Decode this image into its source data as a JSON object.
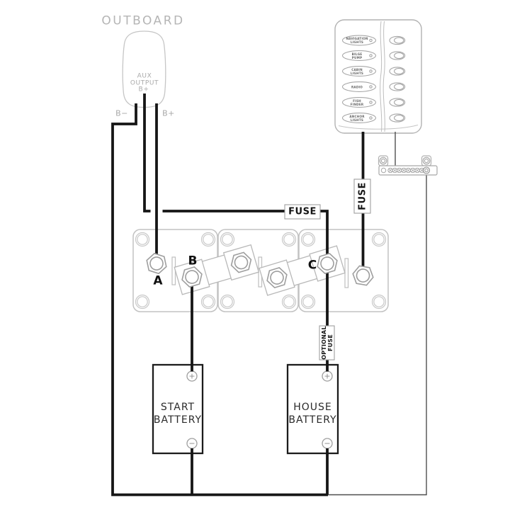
{
  "colors": {
    "wire_black": "#161616",
    "wire_thin_gray": "#4f4f4f",
    "outline_light": "#c2c2c2",
    "outline_mid": "#9e9e9e",
    "light_text": "#b5b5b5",
    "dark_text": "#141414"
  },
  "outboard": {
    "title": "OUTBOARD",
    "aux_lines": [
      "AUX",
      "OUTPUT",
      "B+"
    ],
    "neg_label": "B−",
    "pos_label": "B+"
  },
  "fuses": {
    "main": "FUSE",
    "panel": "FUSE",
    "optional_line1": "OPTIONAL",
    "optional_line2": "FUSE"
  },
  "switch_cluster": {
    "terminal_a": "A",
    "terminal_b": "B",
    "terminal_c": "C"
  },
  "batteries": {
    "start": {
      "line1": "START",
      "line2": "BATTERY",
      "pos": "+",
      "neg": "−"
    },
    "house": {
      "line1": "HOUSE",
      "line2": "BATTERY",
      "pos": "+",
      "neg": "−"
    }
  },
  "switch_panel": {
    "switches": [
      {
        "line1": "NAVIGATION",
        "line2": "LIGHTS"
      },
      {
        "line1": "BILGE",
        "line2": "PUMP"
      },
      {
        "line1": "CABIN",
        "line2": "LIGHTS"
      },
      {
        "line1": "RADIO",
        "line2": ""
      },
      {
        "line1": "FISH",
        "line2": "FINDER"
      },
      {
        "line1": "ANCHOR",
        "line2": "LIGHTS"
      }
    ]
  }
}
